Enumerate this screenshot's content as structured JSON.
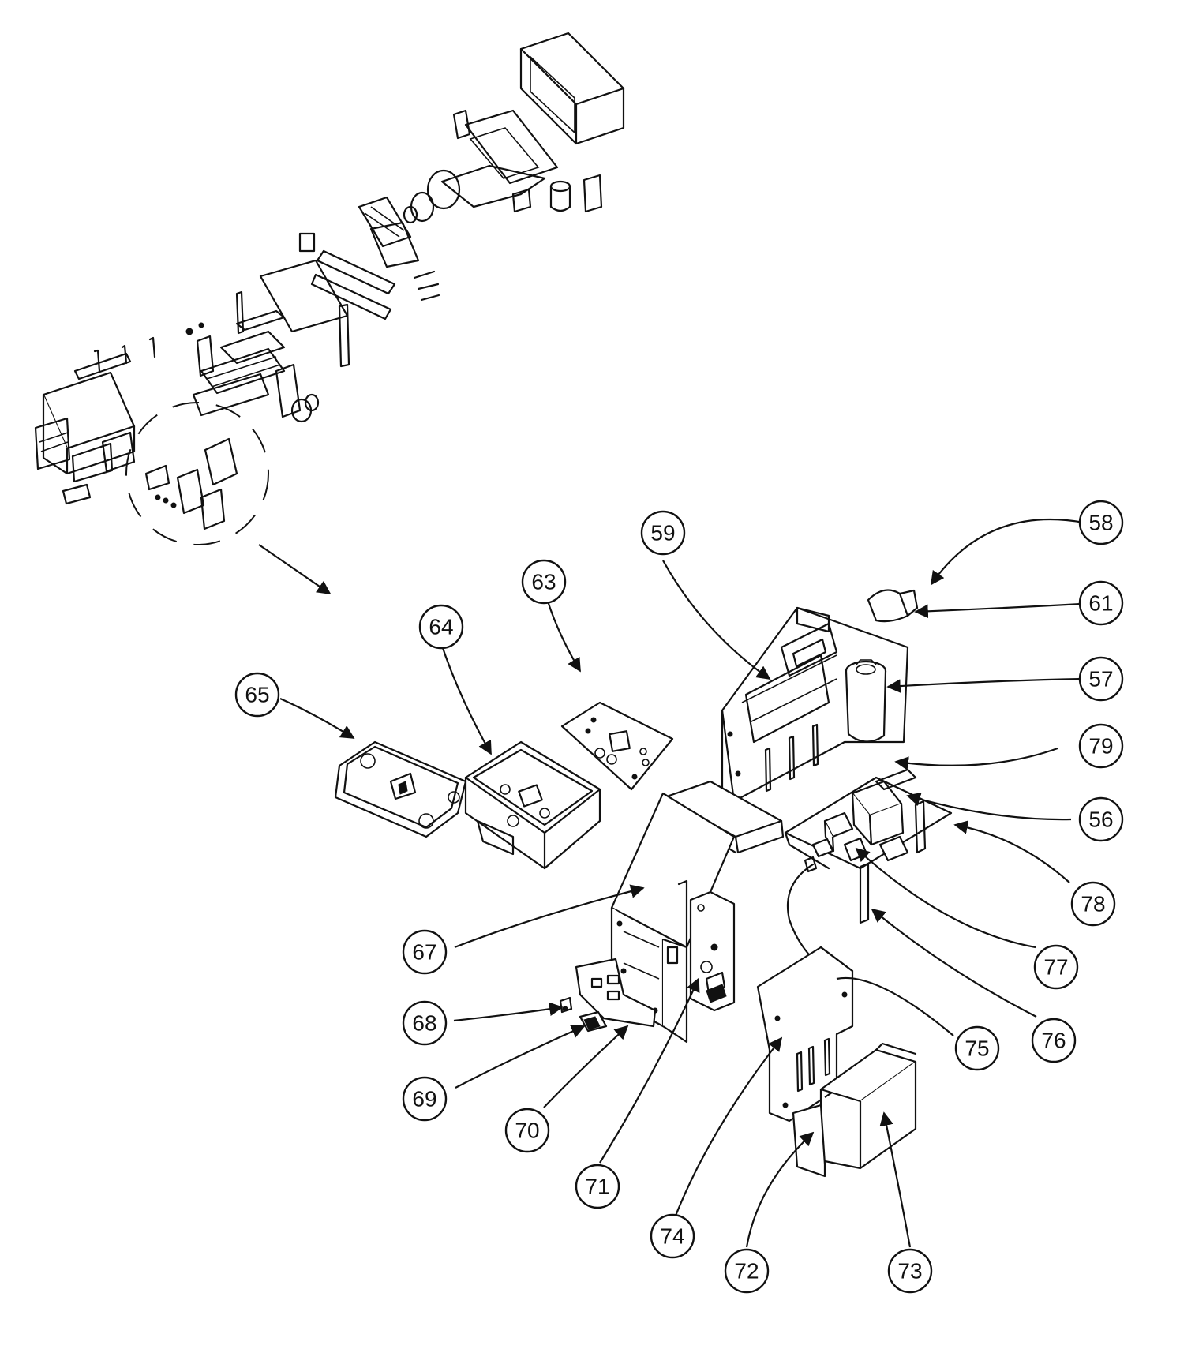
{
  "callouts": [
    {
      "id": "c56",
      "label": "56"
    },
    {
      "id": "c57",
      "label": "57"
    },
    {
      "id": "c58",
      "label": "58"
    },
    {
      "id": "c59",
      "label": "59"
    },
    {
      "id": "c61",
      "label": "61"
    },
    {
      "id": "c63",
      "label": "63"
    },
    {
      "id": "c64",
      "label": "64"
    },
    {
      "id": "c65",
      "label": "65"
    },
    {
      "id": "c67",
      "label": "67"
    },
    {
      "id": "c68",
      "label": "68"
    },
    {
      "id": "c69",
      "label": "69"
    },
    {
      "id": "c70",
      "label": "70"
    },
    {
      "id": "c71",
      "label": "71"
    },
    {
      "id": "c72",
      "label": "72"
    },
    {
      "id": "c73",
      "label": "73"
    },
    {
      "id": "c74",
      "label": "74"
    },
    {
      "id": "c75",
      "label": "75"
    },
    {
      "id": "c76",
      "label": "76"
    },
    {
      "id": "c77",
      "label": "77"
    },
    {
      "id": "c78",
      "label": "78"
    },
    {
      "id": "c79",
      "label": "79"
    }
  ]
}
